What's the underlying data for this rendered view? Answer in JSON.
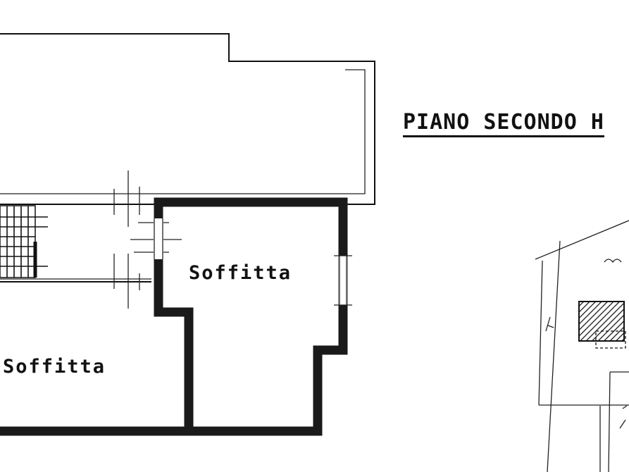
{
  "plan": {
    "title": "PIANO SECONDO H",
    "rooms": [
      {
        "label": "Soffitta"
      },
      {
        "label": "Soffitta"
      }
    ]
  }
}
